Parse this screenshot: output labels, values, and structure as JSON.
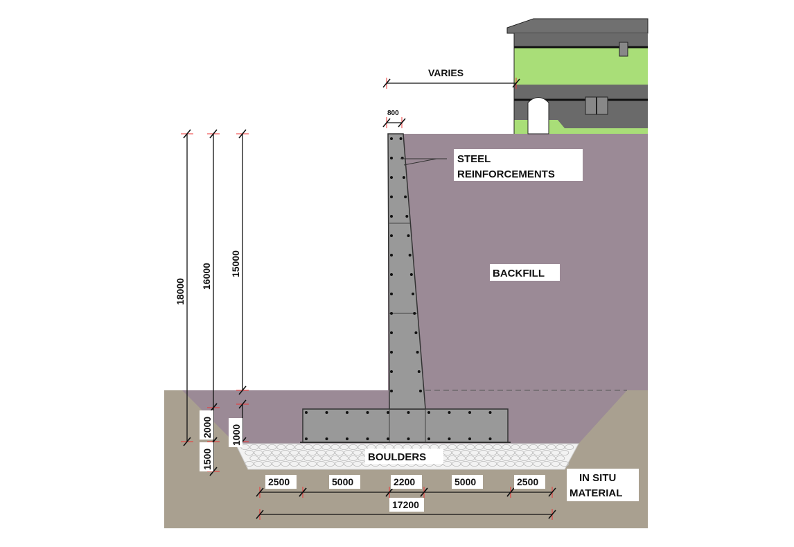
{
  "colors": {
    "backfill": "#9b8a96",
    "in_situ": "#a9a090",
    "concrete": "#999999",
    "house_green": "#a9de78",
    "house_gray": "#6a6a6a",
    "boulders": "#f2f2f2"
  },
  "labels": {
    "varies": "VARIES",
    "wall_top_width": "800",
    "steel_line1": "STEEL",
    "steel_line2": "REINFORCEMENTS",
    "backfill": "BACKFILL",
    "boulders": "BOULDERS",
    "in_situ_line1": "IN SITU",
    "in_situ_line2": "MATERIAL"
  },
  "vertical_dims": {
    "total_18000": "18000",
    "d_16000": "16000",
    "d_15000": "15000",
    "d_2000": "2000",
    "d_1500": "1500",
    "d_1000": "1000"
  },
  "horizontal_dims": {
    "toe_2500": "2500",
    "toe_5000": "5000",
    "stem_2200": "2200",
    "heel_5000": "5000",
    "heel_2500": "2500",
    "total_17200": "17200"
  }
}
